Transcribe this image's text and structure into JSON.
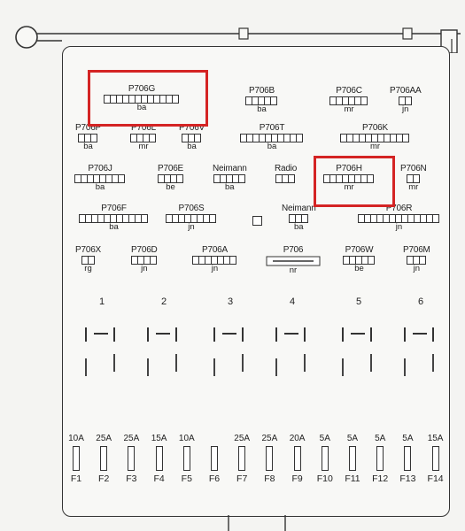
{
  "connectors": [
    {
      "code": "P706G",
      "color": "ba",
      "pins": 12
    },
    {
      "code": "P706B",
      "color": "ba",
      "pins": 5
    },
    {
      "code": "P706C",
      "color": "mr",
      "pins": 6
    },
    {
      "code": "P706AA",
      "color": "jn",
      "pins": 2
    },
    {
      "code": "P706P",
      "color": "ba",
      "pins": 3
    },
    {
      "code": "P706L",
      "color": "mr",
      "pins": 4
    },
    {
      "code": "P706V",
      "color": "ba",
      "pins": 3
    },
    {
      "code": "P706T",
      "color": "ba",
      "pins": 10
    },
    {
      "code": "P706K",
      "color": "mr",
      "pins": 11
    },
    {
      "code": "P706J",
      "color": "ba",
      "pins": 8
    },
    {
      "code": "P706E",
      "color": "be",
      "pins": 4
    },
    {
      "code": "Neimann",
      "color": "ba",
      "pins": 5
    },
    {
      "code": "Radio",
      "color": "",
      "pins": 3
    },
    {
      "code": "P706H",
      "color": "mr",
      "pins": 8
    },
    {
      "code": "P706N",
      "color": "mr",
      "pins": 2
    },
    {
      "code": "P706F",
      "color": "ba",
      "pins": 11
    },
    {
      "code": "P706S",
      "color": "jn",
      "pins": 8
    },
    {
      "code": "Neimann",
      "color": "ba",
      "pins": 3
    },
    {
      "code": "P706R",
      "color": "jn",
      "pins": 13
    },
    {
      "code": "P706X",
      "color": "rg",
      "pins": 2
    },
    {
      "code": "P706D",
      "color": "jn",
      "pins": 4
    },
    {
      "code": "P706A",
      "color": "jn",
      "pins": 7
    },
    {
      "code": "P706",
      "color": "nr",
      "pins": 0
    },
    {
      "code": "P706W",
      "color": "be",
      "pins": 5
    },
    {
      "code": "P706M",
      "color": "jn",
      "pins": 3
    }
  ],
  "relays": [
    "1",
    "2",
    "3",
    "4",
    "5",
    "6"
  ],
  "fuses": [
    {
      "rating": "10A",
      "label": "F1"
    },
    {
      "rating": "25A",
      "label": "F2"
    },
    {
      "rating": "25A",
      "label": "F3"
    },
    {
      "rating": "15A",
      "label": "F4"
    },
    {
      "rating": "10A",
      "label": "F5"
    },
    {
      "rating": "",
      "label": "F6"
    },
    {
      "rating": "25A",
      "label": "F7"
    },
    {
      "rating": "25A",
      "label": "F8"
    },
    {
      "rating": "20A",
      "label": "F9"
    },
    {
      "rating": "5A",
      "label": "F10"
    },
    {
      "rating": "5A",
      "label": "F11"
    },
    {
      "rating": "5A",
      "label": "F12"
    },
    {
      "rating": "5A",
      "label": "F13"
    },
    {
      "rating": "15A",
      "label": "F14"
    }
  ],
  "highlights": [
    "P706G",
    "P706H"
  ],
  "colors": {
    "highlight": "#d42424",
    "line": "#333333",
    "paper": "#f4f4f2"
  }
}
